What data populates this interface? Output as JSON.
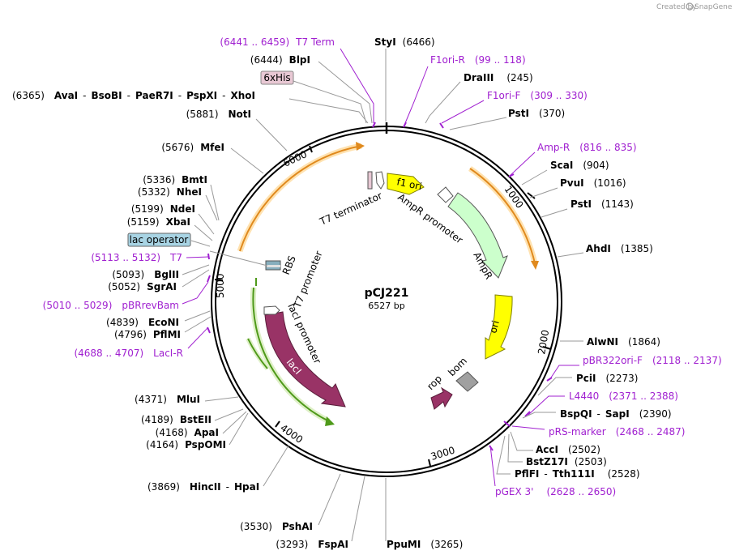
{
  "credit": {
    "prefix": "Created by",
    "brand": "SnapGene"
  },
  "plasmid": {
    "name": "pCJ221",
    "size": "6527 bp"
  },
  "ticks": [
    "1000",
    "2000",
    "3000",
    "4000",
    "5000",
    "6000"
  ],
  "features": {
    "f1_ori": "f1 ori",
    "ampr_promoter": "AmpR promoter",
    "ampr": "AmpR",
    "ori": "ori",
    "rop": "rop",
    "bom": "bom",
    "laci": "lacI",
    "laci_promoter": "lacI promoter",
    "t7_promoter": "T7 promoter",
    "rbs": "RBS",
    "t7_terminator": "T7 terminator"
  },
  "tags": {
    "his": "6xHis",
    "lac_operator": "lac operator"
  },
  "sites": {
    "t7term": {
      "name": "T7 Term",
      "pos": "(6441 .. 6459)"
    },
    "styi": {
      "name": "StyI",
      "pos": "(6466)"
    },
    "blpi": {
      "name": "BlpI",
      "pos": "(6444)"
    },
    "f1ori_r": {
      "name": "F1ori-R",
      "pos": "(99 .. 118)"
    },
    "draiii": {
      "name": "DraIII",
      "pos": "(245)"
    },
    "aval_group": {
      "pos": "(6365)",
      "n1": "AvaI",
      "n2": "BsoBI",
      "n3": "PaeR7I",
      "n4": "PspXI",
      "n5": "XhoI"
    },
    "f1ori_f": {
      "name": "F1ori-F",
      "pos": "(309 .. 330)"
    },
    "psti_370": {
      "name": "PstI",
      "pos": "(370)"
    },
    "noti": {
      "name": "NotI",
      "pos": "(5881)"
    },
    "mfei": {
      "name": "MfeI",
      "pos": "(5676)"
    },
    "amp_r": {
      "name": "Amp-R",
      "pos": "(816 .. 835)"
    },
    "scai": {
      "name": "ScaI",
      "pos": "(904)"
    },
    "bmti": {
      "name": "BmtI",
      "pos": "(5336)"
    },
    "nhei": {
      "name": "NheI",
      "pos": "(5332)"
    },
    "pvui": {
      "name": "PvuI",
      "pos": "(1016)"
    },
    "psti_1143": {
      "name": "PstI",
      "pos": "(1143)"
    },
    "ndei": {
      "name": "NdeI",
      "pos": "(5199)"
    },
    "xbai": {
      "name": "XbaI",
      "pos": "(5159)"
    },
    "ahdi": {
      "name": "AhdI",
      "pos": "(1385)"
    },
    "t7": {
      "name": "T7",
      "pos": "(5113 .. 5132)"
    },
    "bglii": {
      "name": "BglII",
      "pos": "(5093)"
    },
    "sgrai": {
      "name": "SgrAI",
      "pos": "(5052)"
    },
    "pbrrevbam": {
      "name": "pBRrevBam",
      "pos": "(5010 .. 5029)"
    },
    "econi": {
      "name": "EcoNI",
      "pos": "(4839)"
    },
    "pflmi": {
      "name": "PflMI",
      "pos": "(4796)"
    },
    "alwni": {
      "name": "AlwNI",
      "pos": "(1864)"
    },
    "laci_r": {
      "name": "LacI-R",
      "pos": "(4688 .. 4707)"
    },
    "pbr322ori_f": {
      "name": "pBR322ori-F",
      "pos": "(2118 .. 2137)"
    },
    "pcii": {
      "name": "PciI",
      "pos": "(2273)"
    },
    "l4440": {
      "name": "L4440",
      "pos": "(2371 .. 2388)"
    },
    "mlui": {
      "name": "MluI",
      "pos": "(4371)"
    },
    "bspqi_group": {
      "n1": "BspQI",
      "n2": "SapI",
      "pos": "(2390)"
    },
    "prs_marker": {
      "name": "pRS-marker",
      "pos": "(2468 .. 2487)"
    },
    "bsteii": {
      "name": "BstEII",
      "pos": "(4189)"
    },
    "apai": {
      "name": "ApaI",
      "pos": "(4168)"
    },
    "pspomi": {
      "name": "PspOMI",
      "pos": "(4164)"
    },
    "acci": {
      "name": "AccI",
      "pos": "(2502)"
    },
    "bstz17i": {
      "name": "BstZ17I",
      "pos": "(2503)"
    },
    "pflfi_group": {
      "n1": "PflFI",
      "n2": "Tth111I",
      "pos": "(2528)"
    },
    "pgex3": {
      "name": "pGEX 3'",
      "pos": "(2628 .. 2650)"
    },
    "hincii_group": {
      "pos": "(3869)",
      "n1": "HincII",
      "n2": "HpaI"
    },
    "pshai": {
      "name": "PshAI",
      "pos": "(3530)"
    },
    "fspai": {
      "name": "FspAI",
      "pos": "(3293)"
    },
    "pupmi": {
      "name": "PpuMI",
      "pos": "(3265)"
    }
  },
  "colors": {
    "backbone": "#000000",
    "f1_ori": "#ffff00",
    "ori": "#ffff00",
    "ampr": "#ccffcc",
    "laci": "#993366",
    "rop": "#993366",
    "bom": "#a0a0a0",
    "primer": "#a020d0",
    "orf_arrow": "#e08a1e",
    "orf_glow": "#ffe2b0",
    "laci_arrow": "#4f9a1a",
    "laci_glow": "#dff0c8",
    "his_tag": "#e8c8d4",
    "lac_operator_tag": "#a8d4e4"
  }
}
